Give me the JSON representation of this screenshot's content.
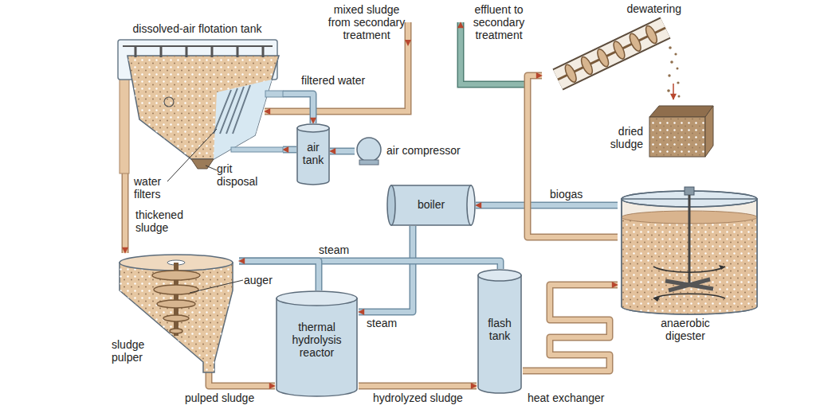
{
  "diagram": {
    "nodes": [
      {
        "text": [
          "dissolved-air flotation tank"
        ]
      },
      {
        "text": [
          "dewatering"
        ]
      },
      {
        "text": [
          "dried sludge"
        ]
      },
      {
        "text": [
          "air tank"
        ]
      },
      {
        "text": [
          "air compressor"
        ]
      },
      {
        "text": [
          "boiler"
        ]
      },
      {
        "text": [
          "anaerobic digester"
        ]
      },
      {
        "text": [
          "sludge pulper"
        ]
      },
      {
        "text": [
          "thermal hydrolysis reactor"
        ]
      },
      {
        "text": [
          "flash tank"
        ]
      }
    ],
    "edges": [
      {
        "from": 0,
        "to": 7,
        "arrow": "to",
        "label": "thickened sludge"
      },
      {
        "from": 7,
        "to": 8,
        "arrow": "to",
        "label": "pulped sludge"
      },
      {
        "from": 8,
        "to": 9,
        "arrow": "to",
        "label": "hydrolyzed sludge"
      },
      {
        "from": 5,
        "to": 8,
        "arrow": "to",
        "label": "steam"
      },
      {
        "from": 9,
        "to": 7,
        "arrow": "to",
        "label": "steam"
      },
      {
        "from": 8,
        "to": 7,
        "arrow": "to"
      },
      {
        "from": 9,
        "to": 6,
        "arrow": "to",
        "label": "heat exchanger"
      },
      {
        "from": 6,
        "to": 5,
        "arrow": "to",
        "label": "biogas"
      },
      {
        "from": 6,
        "to": 1,
        "arrow": "to"
      },
      {
        "from": 1,
        "to": 2,
        "arrow": "to"
      },
      {
        "from": 4,
        "to": 3,
        "arrow": "to"
      },
      {
        "from": 3,
        "to": 0,
        "arrow": "to"
      },
      {
        "from": 0,
        "to": 3,
        "arrow": "to",
        "label": "filtered water"
      }
    ],
    "labels": [
      "mixed sludge from secondary treatment",
      "effluent to secondary treatment",
      "water filters",
      "grit disposal",
      "auger"
    ]
  }
}
